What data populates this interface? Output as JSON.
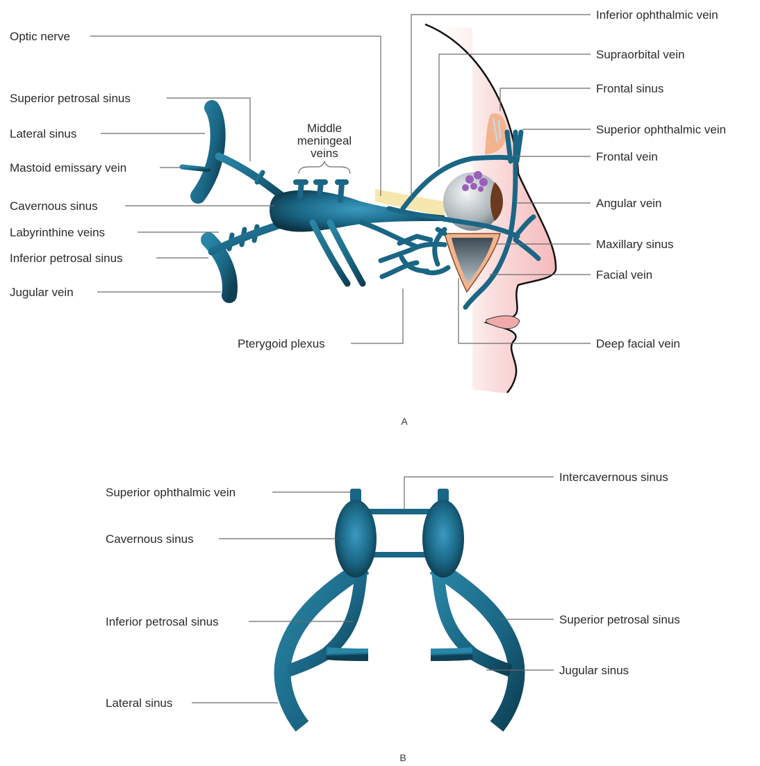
{
  "panel_a": {
    "caption": "A",
    "labels": {
      "optic_nerve": "Optic nerve",
      "superior_petrosal_sinus": "Superior petrosal sinus",
      "lateral_sinus": "Lateral sinus",
      "mastoid_emissary_vein": "Mastoid emissary vein",
      "cavernous_sinus": "Cavernous sinus",
      "labyrinthine_veins": "Labyrinthine veins",
      "inferior_petrosal_sinus": "Inferior petrosal sinus",
      "jugular_vein": "Jugular vein",
      "middle_meningeal_veins_1": "Middle",
      "middle_meningeal_veins_2": "meningeal",
      "middle_meningeal_veins_3": "veins",
      "pterygoid_plexus": "Pterygoid plexus",
      "inferior_ophthalmic_vein": "Inferior ophthalmic vein",
      "supraorbital_vein": "Supraorbital vein",
      "frontal_sinus": "Frontal sinus",
      "superior_ophthalmic_vein": "Superior ophthalmic vein",
      "frontal_vein": "Frontal vein",
      "angular_vein": "Angular vein",
      "maxillary_sinus": "Maxillary sinus",
      "facial_vein": "Facial vein",
      "deep_facial_vein": "Deep facial vein"
    }
  },
  "panel_b": {
    "caption": "B",
    "labels": {
      "superior_ophthalmic_vein": "Superior ophthalmic vein",
      "cavernous_sinus": "Cavernous sinus",
      "inferior_petrosal_sinus": "Inferior petrosal sinus",
      "lateral_sinus": "Lateral sinus",
      "intercavernous_sinus": "Intercavernous sinus",
      "superior_petrosal_sinus": "Superior petrosal sinus",
      "jugular_sinus": "Jugular sinus"
    }
  },
  "colors": {
    "vein": "#1f6a86",
    "vein_dark": "#0d3b4e",
    "skin": "#f7c9c9",
    "optic_nerve": "#f5e3a0",
    "sinus_pink": "#f3b38c"
  }
}
